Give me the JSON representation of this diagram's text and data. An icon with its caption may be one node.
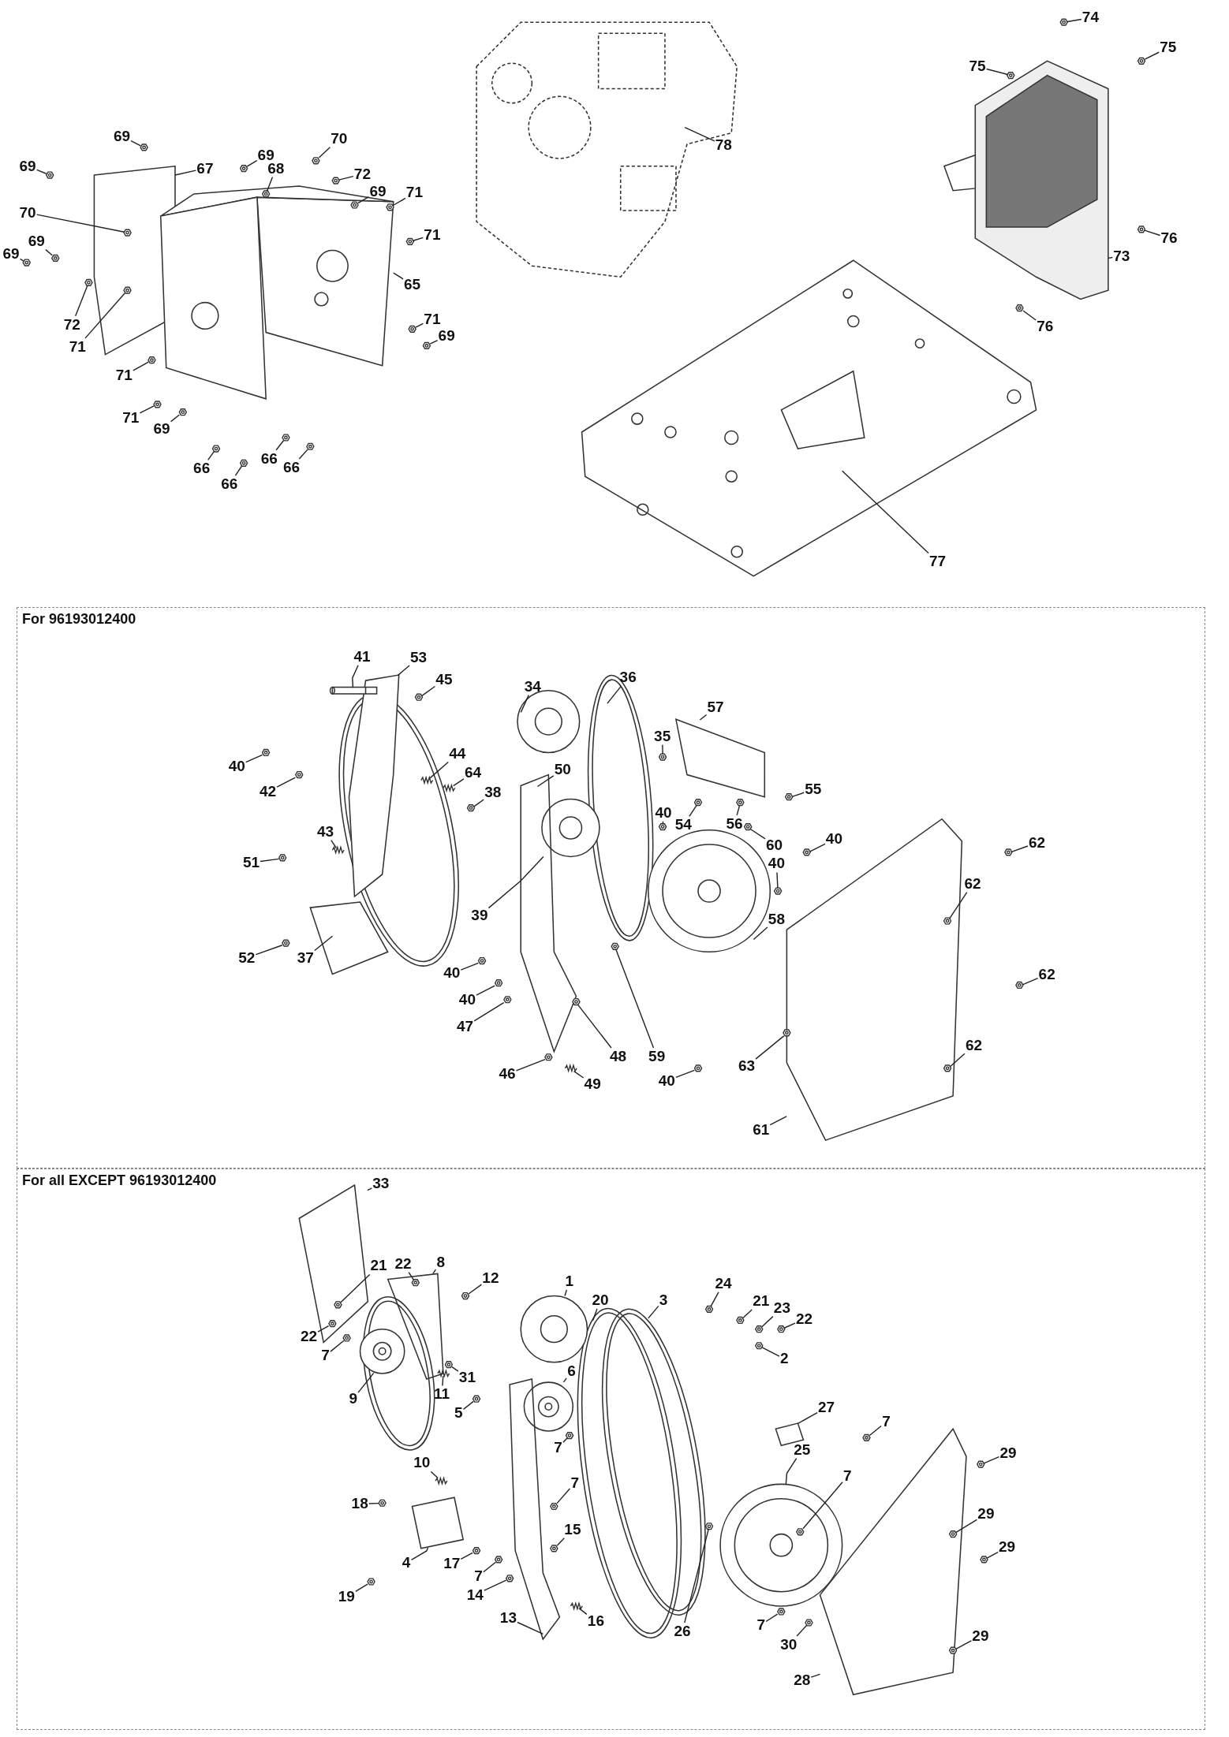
{
  "diagram": {
    "nodes": [
      {
        "text": [
          "69"
        ]
      },
      {
        "text": [
          "69"
        ]
      },
      {
        "text": [
          "67"
        ]
      },
      {
        "text": [
          "69"
        ]
      },
      {
        "text": [
          "68"
        ]
      },
      {
        "text": [
          "70"
        ]
      },
      {
        "text": [
          "72"
        ]
      },
      {
        "text": [
          "69"
        ]
      },
      {
        "text": [
          "71"
        ]
      },
      {
        "text": [
          "71"
        ]
      },
      {
        "text": [
          "69"
        ]
      },
      {
        "text": [
          "69"
        ]
      },
      {
        "text": [
          "70"
        ]
      },
      {
        "text": [
          "72"
        ]
      },
      {
        "text": [
          "71"
        ]
      },
      {
        "text": [
          "65"
        ]
      },
      {
        "text": [
          "71"
        ]
      },
      {
        "text": [
          "69"
        ]
      },
      {
        "text": [
          "71"
        ]
      },
      {
        "text": [
          "71"
        ]
      },
      {
        "text": [
          "69"
        ]
      },
      {
        "text": [
          "66"
        ]
      },
      {
        "text": [
          "66"
        ]
      },
      {
        "text": [
          "66"
        ]
      },
      {
        "text": [
          "66"
        ]
      },
      {
        "text": [
          "78"
        ]
      },
      {
        "text": [
          "74"
        ]
      },
      {
        "text": [
          "75"
        ]
      },
      {
        "text": [
          "75"
        ]
      },
      {
        "text": [
          "76"
        ]
      },
      {
        "text": [
          "73"
        ]
      },
      {
        "text": [
          "76"
        ]
      },
      {
        "text": [
          "77"
        ]
      },
      {
        "text": [
          "For 96193012400"
        ]
      },
      {
        "text": [
          "41"
        ],
        "in": 33
      },
      {
        "text": [
          "53"
        ],
        "in": 33
      },
      {
        "text": [
          "45"
        ],
        "in": 33
      },
      {
        "text": [
          "34"
        ],
        "in": 33
      },
      {
        "text": [
          "36"
        ],
        "in": 33
      },
      {
        "text": [
          "57"
        ],
        "in": 33
      },
      {
        "text": [
          "35"
        ],
        "in": 33
      },
      {
        "text": [
          "40"
        ],
        "in": 33
      },
      {
        "text": [
          "42"
        ],
        "in": 33
      },
      {
        "text": [
          "44"
        ],
        "in": 33
      },
      {
        "text": [
          "64"
        ],
        "in": 33
      },
      {
        "text": [
          "38"
        ],
        "in": 33
      },
      {
        "text": [
          "50"
        ],
        "in": 33
      },
      {
        "text": [
          "55"
        ],
        "in": 33
      },
      {
        "text": [
          "54"
        ],
        "in": 33
      },
      {
        "text": [
          "56"
        ],
        "in": 33
      },
      {
        "text": [
          "40"
        ],
        "in": 33
      },
      {
        "text": [
          "60"
        ],
        "in": 33
      },
      {
        "text": [
          "62"
        ],
        "in": 33
      },
      {
        "text": [
          "40"
        ],
        "in": 33
      },
      {
        "text": [
          "43"
        ],
        "in": 33
      },
      {
        "text": [
          "40"
        ],
        "in": 33
      },
      {
        "text": [
          "62"
        ],
        "in": 33
      },
      {
        "text": [
          "58"
        ],
        "in": 33
      },
      {
        "text": [
          "51"
        ],
        "in": 33
      },
      {
        "text": [
          "39"
        ],
        "in": 33
      },
      {
        "text": [
          "52"
        ],
        "in": 33
      },
      {
        "text": [
          "37"
        ],
        "in": 33
      },
      {
        "text": [
          "40"
        ],
        "in": 33
      },
      {
        "text": [
          "40"
        ],
        "in": 33
      },
      {
        "text": [
          "47"
        ],
        "in": 33
      },
      {
        "text": [
          "62"
        ],
        "in": 33
      },
      {
        "text": [
          "59"
        ],
        "in": 33
      },
      {
        "text": [
          "48"
        ],
        "in": 33
      },
      {
        "text": [
          "62"
        ],
        "in": 33
      },
      {
        "text": [
          "63"
        ],
        "in": 33
      },
      {
        "text": [
          "46"
        ],
        "in": 33
      },
      {
        "text": [
          "49"
        ],
        "in": 33
      },
      {
        "text": [
          "40"
        ],
        "in": 33
      },
      {
        "text": [
          "61"
        ],
        "in": 33
      },
      {
        "text": [
          "For all EXCEPT 96193012400"
        ]
      },
      {
        "text": [
          "33"
        ],
        "in": 74
      },
      {
        "text": [
          "21"
        ],
        "in": 74
      },
      {
        "text": [
          "22"
        ],
        "in": 74
      },
      {
        "text": [
          "8"
        ],
        "in": 74
      },
      {
        "text": [
          "12"
        ],
        "in": 74
      },
      {
        "text": [
          "1"
        ],
        "in": 74
      },
      {
        "text": [
          "20"
        ],
        "in": 74
      },
      {
        "text": [
          "3"
        ],
        "in": 74
      },
      {
        "text": [
          "24"
        ],
        "in": 74
      },
      {
        "text": [
          "21"
        ],
        "in": 74
      },
      {
        "text": [
          "23"
        ],
        "in": 74
      },
      {
        "text": [
          "22"
        ],
        "in": 74
      },
      {
        "text": [
          "22"
        ],
        "in": 74
      },
      {
        "text": [
          "7"
        ],
        "in": 74
      },
      {
        "text": [
          "2"
        ],
        "in": 74
      },
      {
        "text": [
          "9"
        ],
        "in": 74
      },
      {
        "text": [
          "11"
        ],
        "in": 74
      },
      {
        "text": [
          "31"
        ],
        "in": 74
      },
      {
        "text": [
          "6"
        ],
        "in": 74
      },
      {
        "text": [
          "5"
        ],
        "in": 74
      },
      {
        "text": [
          "7"
        ],
        "in": 74
      },
      {
        "text": [
          "27"
        ],
        "in": 74
      },
      {
        "text": [
          "7"
        ],
        "in": 74
      },
      {
        "text": [
          "10"
        ],
        "in": 74
      },
      {
        "text": [
          "25"
        ],
        "in": 74
      },
      {
        "text": [
          "29"
        ],
        "in": 74
      },
      {
        "text": [
          "7"
        ],
        "in": 74
      },
      {
        "text": [
          "18"
        ],
        "in": 74
      },
      {
        "text": [
          "7"
        ],
        "in": 74
      },
      {
        "text": [
          "29"
        ],
        "in": 74
      },
      {
        "text": [
          "29"
        ],
        "in": 74
      },
      {
        "text": [
          "15"
        ],
        "in": 74
      },
      {
        "text": [
          "4"
        ],
        "in": 74
      },
      {
        "text": [
          "17"
        ],
        "in": 74
      },
      {
        "text": [
          "19"
        ],
        "in": 74
      },
      {
        "text": [
          "7"
        ],
        "in": 74
      },
      {
        "text": [
          "14"
        ],
        "in": 74
      },
      {
        "text": [
          "26"
        ],
        "in": 74
      },
      {
        "text": [
          "13"
        ],
        "in": 74
      },
      {
        "text": [
          "16"
        ],
        "in": 74
      },
      {
        "text": [
          "7"
        ],
        "in": 74
      },
      {
        "text": [
          "29"
        ],
        "in": 74
      },
      {
        "text": [
          "30"
        ],
        "in": 74
      },
      {
        "text": [
          "28"
        ],
        "in": 74
      },
      {
        "text": [],
        "shape": "picture"
      },
      {
        "text": [],
        "shape": "picture"
      },
      {
        "text": [],
        "shape": "picture"
      },
      {
        "text": [],
        "shape": "picture"
      },
      {
        "text": [],
        "shape": "picture"
      },
      {
        "text": [],
        "shape": "picture"
      },
      {
        "text": [],
        "shape": "picture"
      },
      {
        "text": [],
        "shape": "picture",
        "in": 134
      },
      {
        "text": [],
        "shape": "picture",
        "in": 134
      },
      {
        "text": [],
        "shape": "picture"
      },
      {
        "text": [],
        "shape": "picture"
      },
      {
        "text": [],
        "shape": "picture"
      },
      {
        "text": [],
        "shape": "picture",
        "in": 121
      },
      {
        "text": [],
        "shape": "picture"
      },
      {
        "text": [],
        "shape": "picture",
        "in": 121
      },
      {
        "text": [],
        "shape": "picture"
      },
      {
        "text": [],
        "shape": "picture"
      },
      {
        "text": [],
        "shape": "picture"
      },
      {
        "text": [],
        "shape": "picture"
      },
      {
        "text": [],
        "shape": "picture"
      },
      {
        "text": [],
        "shape": "picture"
      },
      {
        "text": [],
        "shape": "picture"
      },
      {
        "text": [],
        "shape": "picture"
      },
      {
        "text": [],
        "shape": "picture"
      },
      {
        "text": [],
        "shape": "picture"
      },
      {
        "text": [],
        "shape": "picture"
      },
      {
        "text": [],
        "shape": "picture"
      },
      {
        "text": [],
        "shape": "picture",
        "in": 149
      },
      {
        "text": [],
        "shape": "picture"
      },
      {
        "text": [],
        "shape": "picture"
      },
      {
        "text": [],
        "shape": "picture"
      },
      {
        "text": [],
        "shape": "picture"
      },
      {
        "text": [],
        "shape": "picture"
      },
      {
        "text": [],
        "shape": "picture",
        "in": 33
      },
      {
        "text": [],
        "shape": "picture",
        "in": 33
      },
      {
        "text": [],
        "shape": "picture",
        "in": 33
      },
      {
        "text": [],
        "shape": "picture",
        "in": 33
      },
      {
        "text": [],
        "shape": "picture",
        "in": 33
      },
      {
        "text": [],
        "shape": "picture",
        "in": 33
      },
      {
        "text": [],
        "shape": "picture",
        "in": 33
      },
      {
        "text": [],
        "shape": "picture",
        "in": 33
      },
      {
        "text": [],
        "shape": "picture",
        "in": 33
      },
      {
        "text": [],
        "shape": "picture",
        "in": 33
      },
      {
        "text": [],
        "shape": "picture",
        "in": 33
      },
      {
        "text": [],
        "shape": "picture",
        "in": 33
      },
      {
        "text": [],
        "shape": "picture",
        "in": 33
      },
      {
        "text": [],
        "shape": "picture",
        "in": 33
      },
      {
        "text": [],
        "shape": "picture",
        "in": 33
      },
      {
        "text": [],
        "shape": "picture",
        "in": 33
      },
      {
        "text": [],
        "shape": "picture",
        "in": 33
      },
      {
        "text": [],
        "shape": "picture",
        "in": 33
      },
      {
        "text": [],
        "shape": "picture",
        "in": 33
      },
      {
        "text": [],
        "shape": "picture",
        "in": 33
      },
      {
        "text": [],
        "shape": "picture",
        "in": 33
      },
      {
        "text": [],
        "shape": "picture",
        "in": 33
      },
      {
        "text": [],
        "shape": "picture",
        "in": 191
      },
      {
        "text": [],
        "shape": "picture",
        "in": 33
      },
      {
        "text": [],
        "shape": "picture",
        "in": 33
      },
      {
        "text": [],
        "shape": "picture",
        "in": 33
      },
      {
        "text": [],
        "shape": "picture",
        "in": 33
      },
      {
        "text": [],
        "shape": "picture",
        "in": 33
      },
      {
        "text": [],
        "shape": "picture",
        "in": 33
      },
      {
        "text": [],
        "shape": "picture",
        "in": 33
      },
      {
        "text": [],
        "shape": "picture",
        "in": 33
      },
      {
        "text": [],
        "shape": "picture",
        "in": 33
      },
      {
        "text": [],
        "shape": "picture",
        "in": 33
      },
      {
        "text": [],
        "shape": "picture",
        "in": 33
      },
      {
        "text": [],
        "shape": "picture",
        "in": 191
      },
      {
        "text": [],
        "shape": "picture",
        "in": 33
      },
      {
        "text": [],
        "shape": "picture",
        "in": 33
      },
      {
        "text": [],
        "shape": "picture",
        "in": 33
      },
      {
        "text": [],
        "shape": "picture",
        "in": 33
      },
      {
        "text": [],
        "shape": "picture",
        "in": 33
      },
      {
        "text": [],
        "shape": "picture",
        "in": 74
      },
      {
        "text": [],
        "shape": "picture",
        "in": 192
      },
      {
        "text": [],
        "shape": "picture",
        "in": 195
      },
      {
        "text": [],
        "shape": "picture",
        "in": 74
      },
      {
        "text": [],
        "shape": "picture",
        "in": 74
      },
      {
        "text": [],
        "shape": "picture",
        "in": 74
      },
      {
        "text": [],
        "shape": "picture",
        "in": 74
      },
      {
        "text": [],
        "shape": "picture",
        "in": 74
      },
      {
        "text": [],
        "shape": "picture",
        "in": 74
      },
      {
        "text": [],
        "shape": "picture",
        "in": 74
      },
      {
        "text": [],
        "shape": "picture",
        "in": 74
      },
      {
        "text": [],
        "shape": "picture",
        "in": 74
      },
      {
        "text": [],
        "shape": "picture",
        "in": 192
      },
      {
        "text": [],
        "shape": "picture",
        "in": 192
      },
      {
        "text": [],
        "shape": "picture",
        "in": 74
      },
      {
        "text": [],
        "shape": "picture",
        "in": 74
      },
      {
        "text": [],
        "shape": "picture",
        "in": 74
      },
      {
        "text": [],
        "shape": "picture",
        "in": 74
      },
      {
        "text": [],
        "shape": "picture",
        "in": 74
      },
      {
        "text": [],
        "shape": "picture",
        "in": 74
      },
      {
        "text": [],
        "shape": "picture",
        "in": 74
      },
      {
        "text": [],
        "shape": "picture",
        "in": 74
      },
      {
        "text": [],
        "shape": "picture",
        "in": 74
      },
      {
        "text": [],
        "shape": "picture",
        "in": 74
      },
      {
        "text": [],
        "shape": "picture",
        "in": 74
      },
      {
        "text": [],
        "shape": "picture",
        "in": 74
      },
      {
        "text": [],
        "shape": "picture",
        "in": 216
      },
      {
        "text": [],
        "shape": "picture",
        "in": 74
      },
      {
        "text": [],
        "shape": "picture",
        "in": 230
      },
      {
        "text": [],
        "shape": "picture",
        "in": 235
      },
      {
        "text": [],
        "shape": "picture",
        "in": 74
      },
      {
        "text": [],
        "shape": "picture",
        "in": 230
      },
      {
        "text": [],
        "shape": "picture",
        "in": 74
      },
      {
        "text": [],
        "shape": "picture",
        "in": 74
      },
      {
        "text": [],
        "shape": "picture",
        "in": 74
      },
      {
        "text": [],
        "shape": "picture",
        "in": 74
      },
      {
        "text": [],
        "shape": "picture",
        "in": 74
      },
      {
        "text": [],
        "shape": "picture",
        "in": 74
      },
      {
        "text": [],
        "shape": "picture",
        "in": 74
      },
      {
        "text": [],
        "shape": "picture",
        "in": 74
      },
      {
        "text": [],
        "shape": "picture",
        "in": 74
      },
      {
        "text": [],
        "shape": "picture",
        "in": 235
      },
      {
        "text": [],
        "shape": "picture",
        "in": 74
      },
      {
        "text": [],
        "shape": "picture",
        "in": 74
      }
    ],
    "edges": [
      {
        "from": 0,
        "to": 119,
        "arrow": "none"
      },
      {
        "from": 1,
        "to": 120,
        "arrow": "none"
      },
      {
        "from": 2,
        "to": 121,
        "arrow": "none"
      },
      {
        "from": 3,
        "to": 122,
        "arrow": "none"
      },
      {
        "from": 4,
        "to": 123,
        "arrow": "none"
      },
      {
        "from": 5,
        "to": 124,
        "arrow": "none"
      },
      {
        "from": 6,
        "to": 125,
        "arrow": "none"
      },
      {
        "from": 7,
        "to": 126,
        "arrow": "none"
      },
      {
        "from": 8,
        "to": 127,
        "arrow": "none"
      },
      {
        "from": 9,
        "to": 128,
        "arrow": "none"
      },
      {
        "from": 10,
        "to": 129,
        "arrow": "none"
      },
      {
        "from": 11,
        "to": 130,
        "arrow": "none"
      },
      {
        "from": 12,
        "to": 131,
        "arrow": "none"
      },
      {
        "from": 13,
        "to": 132,
        "arrow": "none"
      },
      {
        "from": 14,
        "to": 133,
        "arrow": "none"
      },
      {
        "from": 15,
        "to": 134,
        "arrow": "none"
      },
      {
        "from": 16,
        "to": 135,
        "arrow": "none"
      },
      {
        "from": 17,
        "to": 136,
        "arrow": "none"
      },
      {
        "from": 18,
        "to": 137,
        "arrow": "none"
      },
      {
        "from": 19,
        "to": 138,
        "arrow": "none"
      },
      {
        "from": 20,
        "to": 139,
        "arrow": "none"
      },
      {
        "from": 21,
        "to": 140,
        "arrow": "none"
      },
      {
        "from": 22,
        "to": 141,
        "arrow": "none"
      },
      {
        "from": 23,
        "to": 142,
        "arrow": "none"
      },
      {
        "from": 24,
        "to": 143,
        "arrow": "none"
      },
      {
        "from": 25,
        "to": 144,
        "arrow": "none"
      },
      {
        "from": 26,
        "to": 145,
        "arrow": "none"
      },
      {
        "from": 27,
        "to": 146,
        "arrow": "none"
      },
      {
        "from": 28,
        "to": 147,
        "arrow": "none"
      },
      {
        "from": 29,
        "to": 148,
        "arrow": "none"
      },
      {
        "from": 30,
        "to": 149,
        "arrow": "none"
      },
      {
        "from": 31,
        "to": 150,
        "arrow": "none"
      },
      {
        "from": 32,
        "to": 151,
        "arrow": "none"
      },
      {
        "from": 34,
        "to": 152,
        "arrow": "none"
      },
      {
        "from": 35,
        "to": 153,
        "arrow": "none"
      },
      {
        "from": 36,
        "to": 154,
        "arrow": "none"
      },
      {
        "from": 37,
        "to": 155,
        "arrow": "none"
      },
      {
        "from": 38,
        "to": 156,
        "arrow": "none"
      },
      {
        "from": 39,
        "to": 157,
        "arrow": "none"
      },
      {
        "from": 40,
        "to": 158,
        "arrow": "none"
      },
      {
        "from": 41,
        "to": 159,
        "arrow": "none"
      },
      {
        "from": 42,
        "to": 160,
        "arrow": "none"
      },
      {
        "from": 43,
        "to": 161,
        "arrow": "none"
      },
      {
        "from": 44,
        "to": 162,
        "arrow": "none"
      },
      {
        "from": 45,
        "to": 163,
        "arrow": "none"
      },
      {
        "from": 46,
        "to": 164,
        "arrow": "none"
      },
      {
        "from": 47,
        "to": 165,
        "arrow": "none"
      },
      {
        "from": 48,
        "to": 166,
        "arrow": "none"
      },
      {
        "from": 49,
        "to": 167,
        "arrow": "none"
      },
      {
        "from": 50,
        "to": 168,
        "arrow": "none"
      },
      {
        "from": 51,
        "to": 169,
        "arrow": "none"
      },
      {
        "from": 52,
        "to": 170,
        "arrow": "none"
      },
      {
        "from": 53,
        "to": 171,
        "arrow": "none"
      },
      {
        "from": 54,
        "to": 172,
        "arrow": "none"
      },
      {
        "from": 55,
        "to": 173,
        "arrow": "none"
      },
      {
        "from": 56,
        "to": 174,
        "arrow": "none"
      },
      {
        "from": 57,
        "to": 175,
        "arrow": "none"
      },
      {
        "from": 58,
        "to": 176,
        "arrow": "none"
      },
      {
        "from": 59,
        "to": 177,
        "arrow": "none"
      },
      {
        "from": 60,
        "to": 178,
        "arrow": "none"
      },
      {
        "from": 61,
        "to": 179,
        "arrow": "none"
      },
      {
        "from": 62,
        "to": 180,
        "arrow": "none"
      },
      {
        "from": 63,
        "to": 181,
        "arrow": "none"
      },
      {
        "from": 64,
        "to": 182,
        "arrow": "none"
      },
      {
        "from": 65,
        "to": 183,
        "arrow": "none"
      },
      {
        "from": 66,
        "to": 184,
        "arrow": "none"
      },
      {
        "from": 67,
        "to": 185,
        "arrow": "none"
      },
      {
        "from": 68,
        "to": 186,
        "arrow": "none"
      },
      {
        "from": 69,
        "to": 187,
        "arrow": "none"
      },
      {
        "from": 70,
        "to": 188,
        "arrow": "none"
      },
      {
        "from": 71,
        "to": 189,
        "arrow": "none"
      },
      {
        "from": 72,
        "to": 190,
        "arrow": "none"
      },
      {
        "from": 73,
        "to": 191,
        "arrow": "none"
      },
      {
        "from": 75,
        "to": 192,
        "arrow": "none"
      },
      {
        "from": 76,
        "to": 193,
        "arrow": "none"
      },
      {
        "from": 77,
        "to": 194,
        "arrow": "none"
      },
      {
        "from": 78,
        "to": 195,
        "arrow": "none"
      },
      {
        "from": 79,
        "to": 196,
        "arrow": "none"
      },
      {
        "from": 80,
        "to": 197,
        "arrow": "none"
      },
      {
        "from": 81,
        "to": 198,
        "arrow": "none"
      },
      {
        "from": 82,
        "to": 199,
        "arrow": "none"
      },
      {
        "from": 83,
        "to": 200,
        "arrow": "none"
      },
      {
        "from": 84,
        "to": 201,
        "arrow": "none"
      },
      {
        "from": 85,
        "to": 202,
        "arrow": "none"
      },
      {
        "from": 86,
        "to": 203,
        "arrow": "none"
      },
      {
        "from": 87,
        "to": 204,
        "arrow": "none"
      },
      {
        "from": 88,
        "to": 205,
        "arrow": "none"
      },
      {
        "from": 89,
        "to": 206,
        "arrow": "none"
      },
      {
        "from": 90,
        "to": 207,
        "arrow": "none"
      },
      {
        "from": 91,
        "to": 208,
        "arrow": "none"
      },
      {
        "from": 92,
        "to": 209,
        "arrow": "none"
      },
      {
        "from": 93,
        "to": 210,
        "arrow": "none"
      },
      {
        "from": 94,
        "to": 211,
        "arrow": "none"
      },
      {
        "from": 95,
        "to": 212,
        "arrow": "none"
      },
      {
        "from": 96,
        "to": 213,
        "arrow": "none"
      },
      {
        "from": 97,
        "to": 214,
        "arrow": "none"
      },
      {
        "from": 98,
        "to": 215,
        "arrow": "none"
      },
      {
        "from": 99,
        "to": 216,
        "arrow": "none"
      },
      {
        "from": 100,
        "to": 217,
        "arrow": "none"
      },
      {
        "from": 101,
        "to": 218,
        "arrow": "none"
      },
      {
        "from": 102,
        "to": 219,
        "arrow": "none"
      },
      {
        "from": 103,
        "to": 220,
        "arrow": "none"
      },
      {
        "from": 104,
        "to": 221,
        "arrow": "none"
      },
      {
        "from": 105,
        "to": 222,
        "arrow": "none"
      },
      {
        "from": 106,
        "to": 223,
        "arrow": "none"
      },
      {
        "from": 107,
        "to": 224,
        "arrow": "none"
      },
      {
        "from": 108,
        "to": 225,
        "arrow": "none"
      },
      {
        "from": 109,
        "to": 226,
        "arrow": "none"
      },
      {
        "from": 110,
        "to": 227,
        "arrow": "none"
      },
      {
        "from": 111,
        "to": 228,
        "arrow": "none"
      },
      {
        "from": 112,
        "to": 229,
        "arrow": "none"
      },
      {
        "from": 113,
        "to": 230,
        "arrow": "none"
      },
      {
        "from": 114,
        "to": 231,
        "arrow": "none"
      },
      {
        "from": 115,
        "to": 232,
        "arrow": "none"
      },
      {
        "from": 116,
        "to": 233,
        "arrow": "none"
      },
      {
        "from": 117,
        "to": 234,
        "arrow": "none"
      },
      {
        "from": 118,
        "to": 235,
        "arrow": "none"
      }
    ]
  }
}
